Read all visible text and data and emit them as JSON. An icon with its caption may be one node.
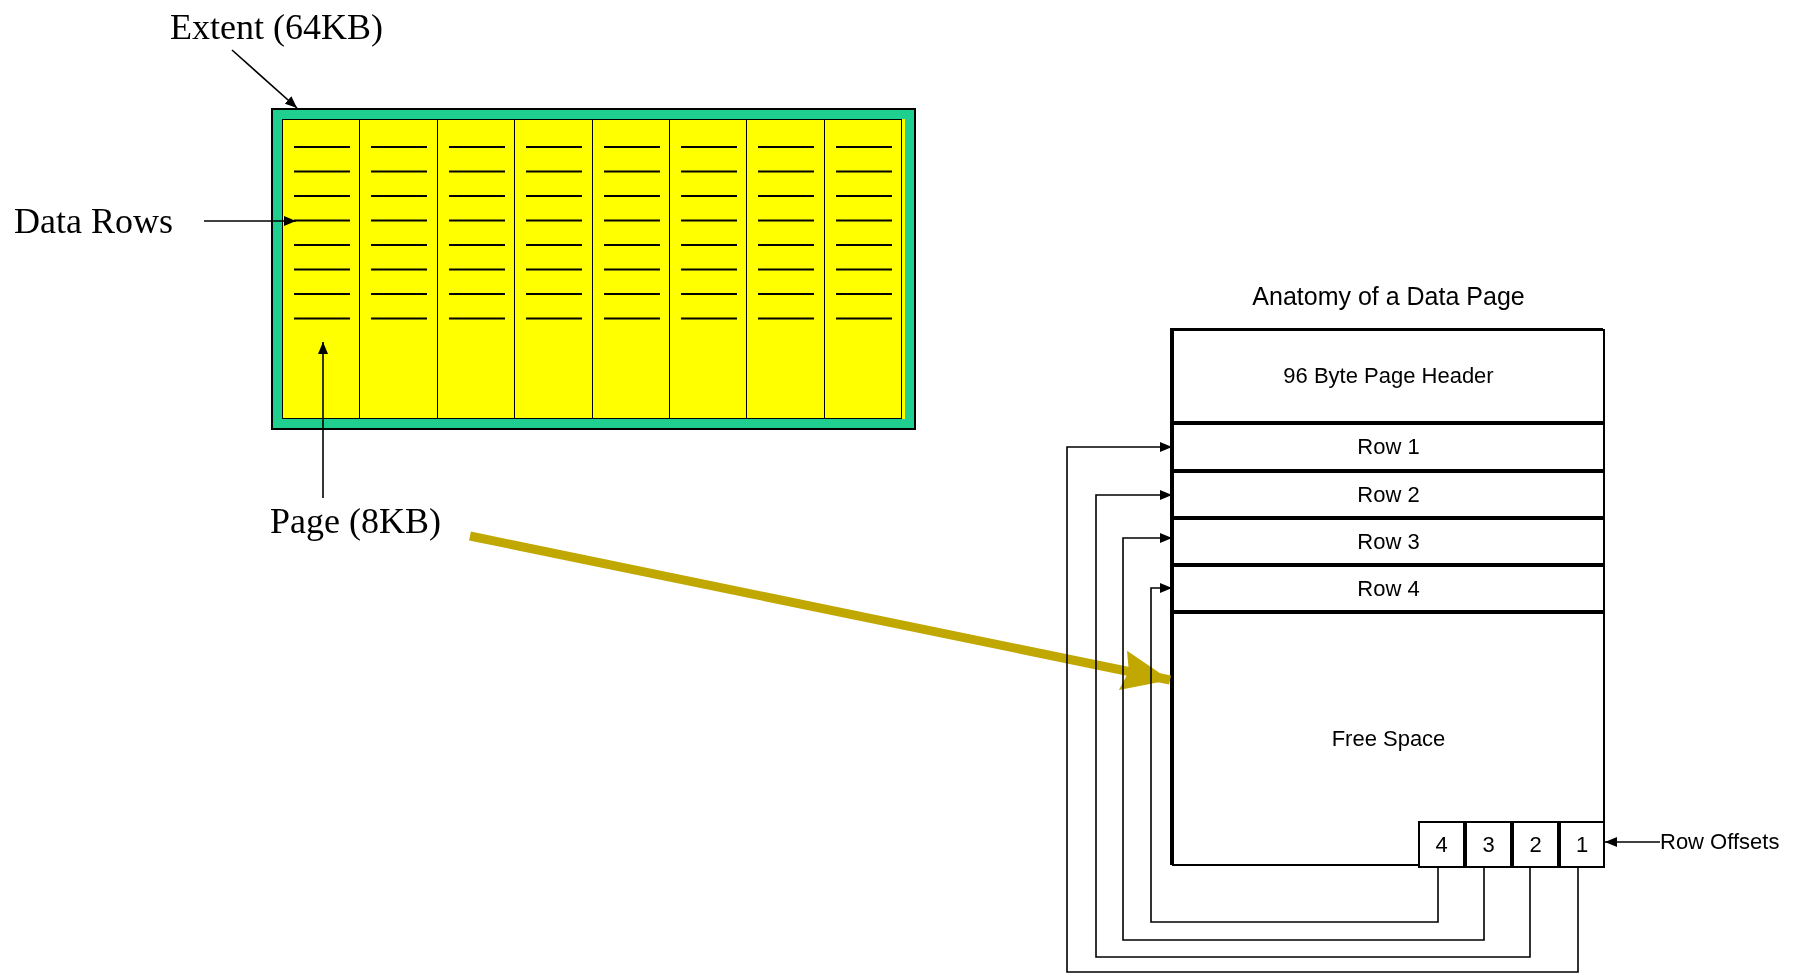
{
  "diagram": {
    "nodes": [
      {
        "text": [
          "Extent (64KB)"
        ]
      },
      {
        "text": [],
        "shape": "box"
      },
      {
        "text": [],
        "shape": "box",
        "in": 1
      },
      {
        "text": [],
        "shape": "box",
        "in": 1
      },
      {
        "text": [],
        "shape": "box",
        "in": 1
      },
      {
        "text": [],
        "shape": "box",
        "in": 1
      },
      {
        "text": [],
        "shape": "box",
        "in": 1
      },
      {
        "text": [],
        "shape": "box",
        "in": 1
      },
      {
        "text": [],
        "shape": "box",
        "in": 1
      },
      {
        "text": [],
        "shape": "box",
        "in": 1
      },
      {
        "text": [
          "Data Rows"
        ]
      },
      {
        "text": [
          "Page (8KB)"
        ]
      },
      {
        "text": [
          "Anatomy of a Data Page"
        ]
      },
      {
        "text": [
          "96 Byte Page Header"
        ],
        "in": 12
      },
      {
        "text": [
          "Row 1"
        ],
        "in": 12
      },
      {
        "text": [
          "Row 2"
        ],
        "in": 12
      },
      {
        "text": [
          "Row 3"
        ],
        "in": 12
      },
      {
        "text": [
          "Row 4"
        ],
        "in": 12
      },
      {
        "text": [
          "Free Space"
        ],
        "in": 12
      },
      {
        "text": [
          "4"
        ],
        "in": 18
      },
      {
        "text": [
          "3"
        ],
        "in": 18
      },
      {
        "text": [
          "2"
        ],
        "in": 18
      },
      {
        "text": [
          "1"
        ],
        "in": 18
      },
      {
        "text": [
          "Row Offsets"
        ]
      }
    ],
    "edges": [
      {
        "from": 0,
        "to": 1,
        "arrow": "to"
      },
      {
        "from": 10,
        "to": 2,
        "arrow": "to"
      },
      {
        "from": 11,
        "to": 2,
        "arrow": "to"
      },
      {
        "from": 11,
        "to": 12,
        "arrow": "to",
        "style": "thick",
        "color": "#c0a800"
      },
      {
        "from": 23,
        "to": 22,
        "arrow": "to"
      },
      {
        "from": 22,
        "to": 14,
        "arrow": "to"
      },
      {
        "from": 21,
        "to": 15,
        "arrow": "to"
      },
      {
        "from": 20,
        "to": 16,
        "arrow": "to"
      },
      {
        "from": 19,
        "to": 17,
        "arrow": "to"
      }
    ]
  }
}
